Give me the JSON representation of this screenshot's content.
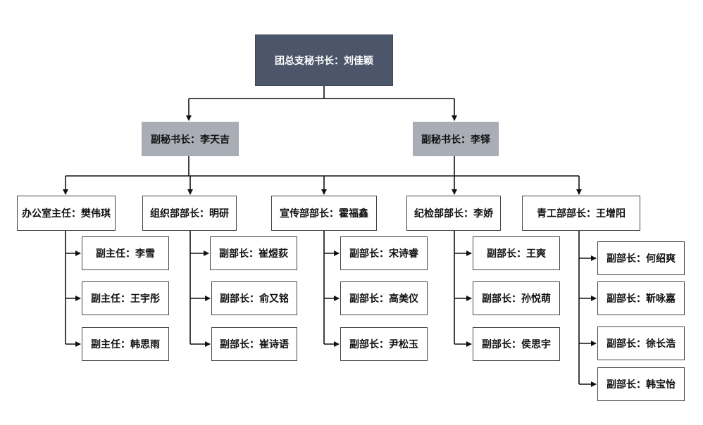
{
  "colors": {
    "root_fill": "#4b566b",
    "root_text": "#ffffff",
    "vice_fill": "#a8adb6",
    "node_fill": "#ffffff",
    "line": "#111111"
  },
  "org": {
    "root": "团总支秘书长：刘佳颖",
    "vice": [
      "副秘书长：李天吉",
      "副秘书长：李铎"
    ],
    "departments": [
      {
        "head": "办公室主任：樊伟琪",
        "members": [
          "副主任：李雪",
          "副主任：王宇彤",
          "副主任：韩思雨"
        ]
      },
      {
        "head": "组织部部长：明研",
        "members": [
          "副部长：崔煜荻",
          "副部长：俞又铭",
          "副部长：崔诗语"
        ]
      },
      {
        "head": "宣传部部长：霍福鑫",
        "members": [
          "副部长：宋诗睿",
          "副部长：高美仪",
          "副部长：尹松玉"
        ]
      },
      {
        "head": "纪检部部长：李娇",
        "members": [
          "副部长：王爽",
          "副部长：孙悦萌",
          "副部长：侯思宇"
        ]
      },
      {
        "head": "青工部部长：王增阳",
        "members": [
          "副部长：何绍爽",
          "副部长：靳咏嘉",
          "副部长：徐长浩",
          "副部长：韩宝怡"
        ]
      }
    ]
  }
}
